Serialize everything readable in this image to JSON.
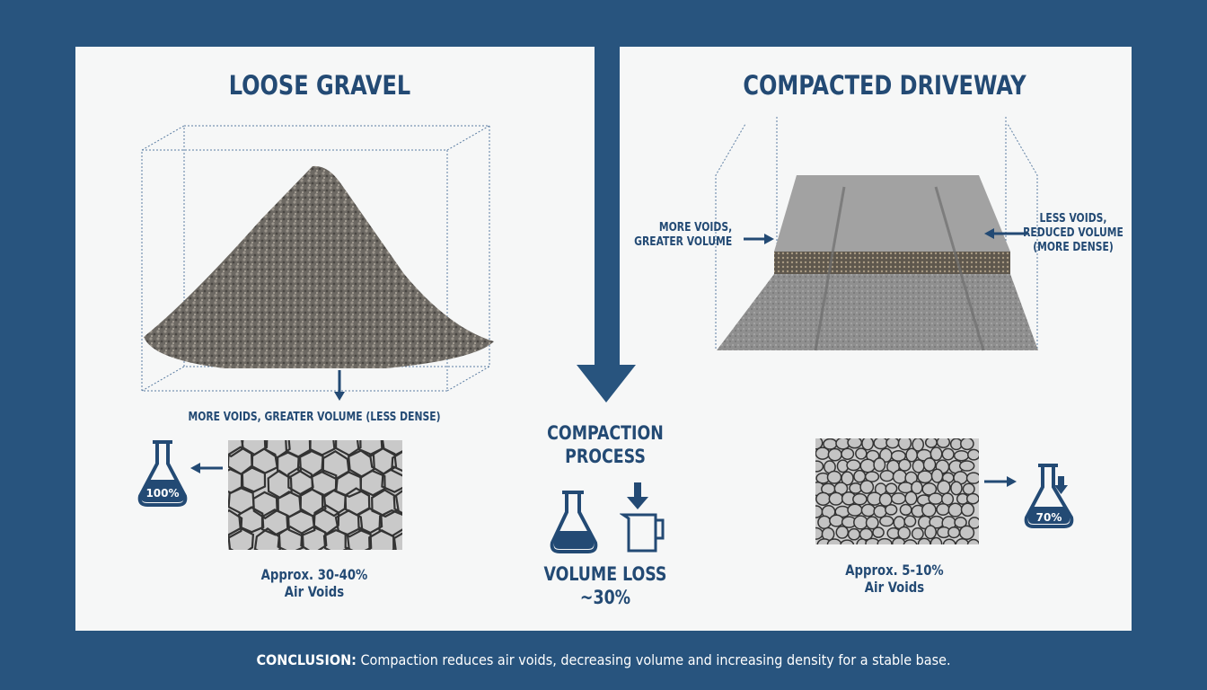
{
  "left": {
    "title": "LOOSE GRAVEL",
    "pile_caption": "MORE VOIDS, GREATER VOLUME (LESS DENSE)",
    "flask_value": "100%",
    "voids_line1": "Approx. 30-40%",
    "voids_line2": "Air Voids"
  },
  "center": {
    "process_line1": "COMPACTION",
    "process_line2": "PROCESS",
    "loss_line1": "VOLUME LOSS",
    "loss_line2": "~30%"
  },
  "right": {
    "title": "COMPACTED DRIVEWAY",
    "left_label_line1": "MORE VOIDS,",
    "left_label_line2": "GREATER VOLUME",
    "right_label_line1": "LESS VOIDS,",
    "right_label_line2": "REDUCED VOLUME",
    "right_label_line3": "(MORE DENSE)",
    "flask_value": "70%",
    "voids_line1": "Approx. 5-10%",
    "voids_line2": "Air Voids"
  },
  "conclusion": {
    "label": "CONCLUSION:",
    "text": " Compaction reduces air voids, decreasing volume and increasing density for a stable base."
  },
  "colors": {
    "background": "#28547e",
    "panel": "#f6f7f7",
    "accent": "#234a74"
  }
}
